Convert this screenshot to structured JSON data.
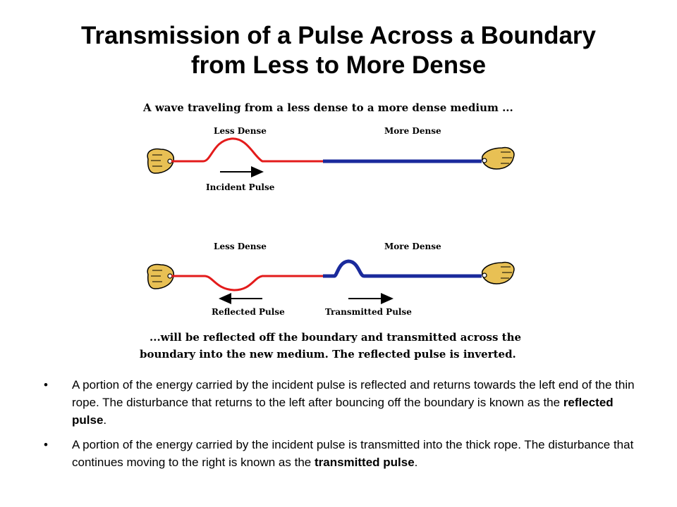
{
  "slide": {
    "title_line1": "Transmission of a Pulse Across a Boundary",
    "title_line2": "from Less to More Dense"
  },
  "figure": {
    "caption_top": "A wave traveling from a less dense to a more dense medium ...",
    "panel1": {
      "left_label": "Less Dense",
      "right_label": "More Dense",
      "arrow_label": "Incident Pulse"
    },
    "panel2": {
      "left_label": "Less Dense",
      "right_label": "More Dense",
      "reflected_label": "Reflected Pulse",
      "transmitted_label": "Transmitted Pulse"
    },
    "caption_bottom_line1": "...will be reflected off the boundary and transmitted across the",
    "caption_bottom_line2": "boundary into the new medium.  The reflected pulse is inverted.",
    "colors": {
      "thin_rope": "#e31b1b",
      "thick_rope": "#1a2a9c",
      "hand": "#e8c054"
    }
  },
  "bullets": [
    {
      "marker": "•",
      "text": "A portion of the energy carried by the incident pulse is reflected and returns towards the left end of the thin rope. The disturbance that returns to the left after bouncing off the boundary is known as the ",
      "term": "reflected pulse",
      "end": "."
    },
    {
      "marker": "•",
      "text": "A portion of the energy carried by the incident pulse is transmitted into the thick rope. The disturbance that continues moving to the right is known as the ",
      "term": "transmitted pulse",
      "end": "."
    }
  ]
}
